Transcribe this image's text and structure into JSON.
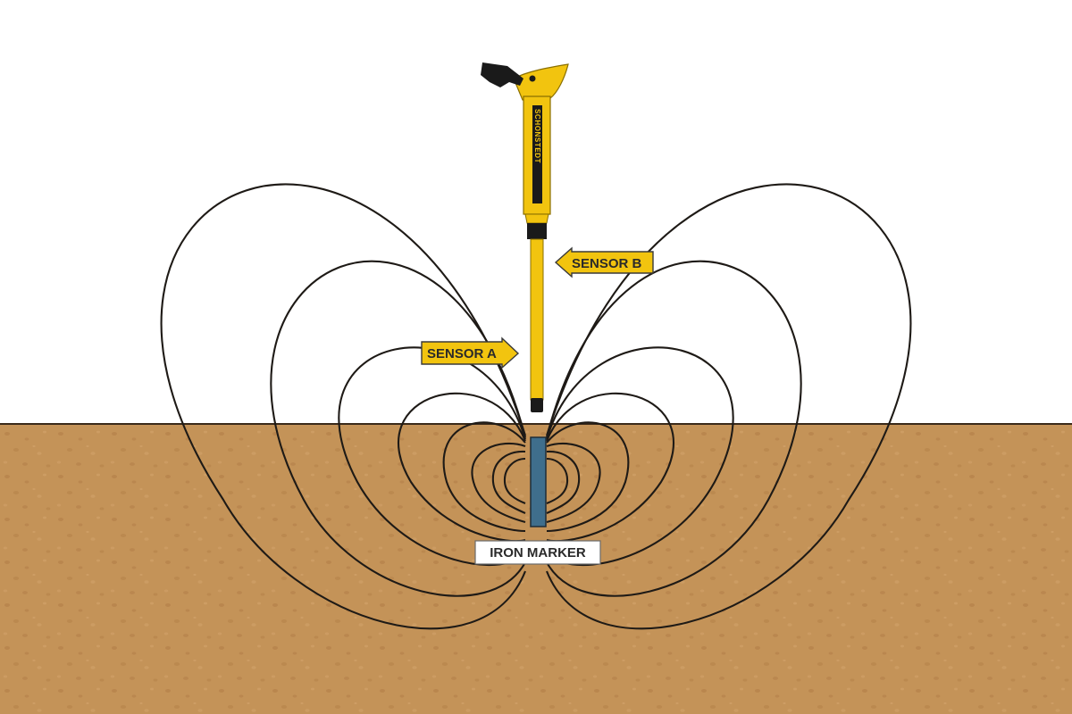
{
  "diagram": {
    "callouts": {
      "sensor_a": "SENSOR A",
      "sensor_b": "SENSOR B",
      "iron_marker": "IRON MARKER"
    },
    "locator_brand": "SCHONSTEDT",
    "colors": {
      "sky": "#ffffff",
      "soil": "#c49358",
      "soil_speckle": "#b07c45",
      "locator_body": "#f2c40f",
      "locator_dark": "#1a1a1a",
      "field_line": "#1e1a16",
      "iron_marker": "#3f6e8c",
      "callout_fill": "#f2c40f"
    }
  }
}
